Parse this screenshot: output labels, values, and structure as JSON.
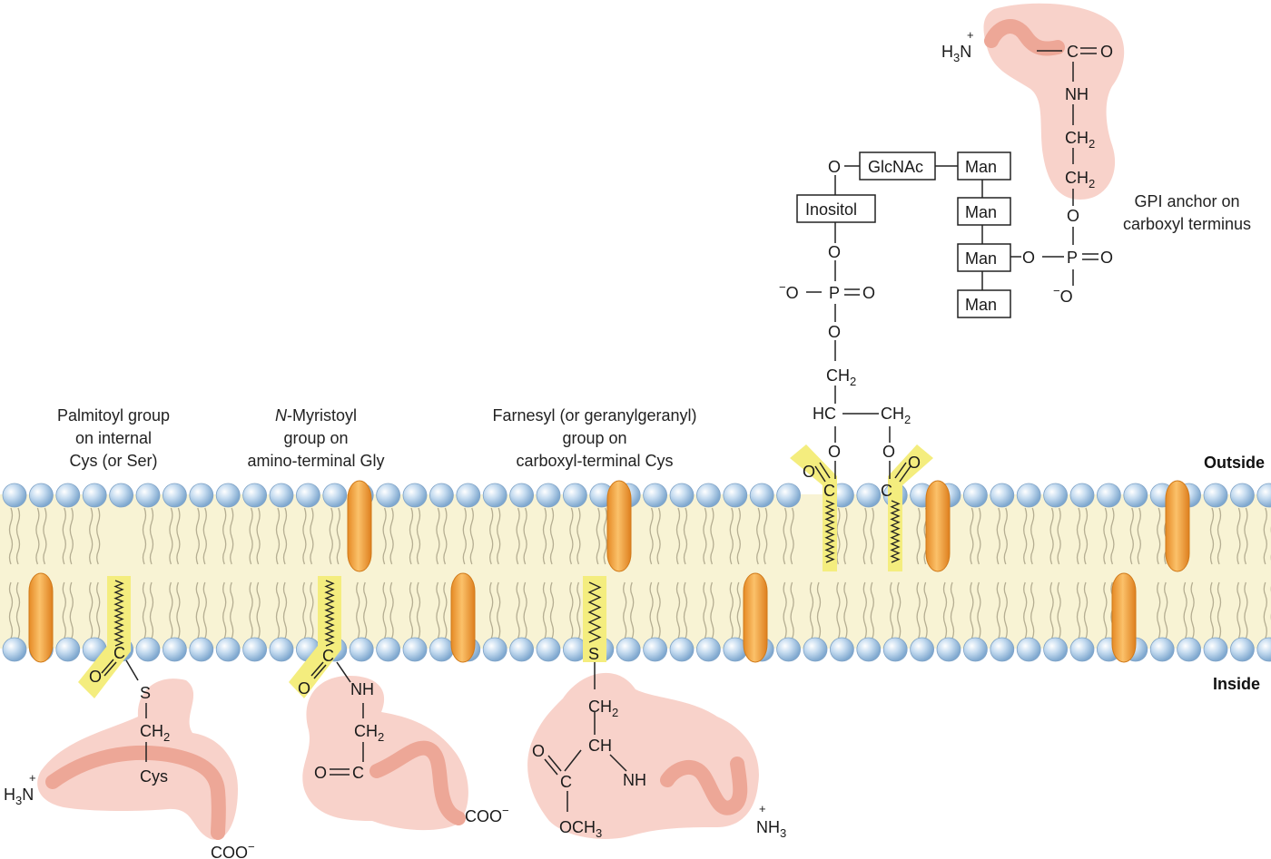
{
  "labels": {
    "outside": "Outside",
    "inside": "Inside"
  },
  "captions": {
    "palmitoyl": [
      "Palmitoyl group",
      "on internal",
      "Cys (or Ser)"
    ],
    "myristoyl": {
      "line1_italic": "N",
      "line1_rest": "-Myristoyl",
      "line2": "group on",
      "line3": "amino-terminal Gly"
    },
    "farnesyl": [
      "Farnesyl (or geranylgeranyl)",
      "group on",
      "carboxyl-terminal Cys"
    ],
    "gpi": [
      "GPI anchor on",
      "carboxyl terminus"
    ]
  },
  "chem": {
    "S": "S",
    "C": "C",
    "O": "O",
    "NH": "NH",
    "CH": "CH",
    "HC": "HC",
    "CH2": "CH",
    "sub2": "2",
    "sub3": "3",
    "Cys": "Cys",
    "H3N": "H",
    "N": "N",
    "NH3": "NH",
    "plus": "+",
    "minus": "−",
    "COO": "COO",
    "OCH3": "OCH",
    "P": "P",
    "GlcNAc": "GlcNAc",
    "Inositol": "Inositol",
    "Man": "Man"
  },
  "colors": {
    "head_group": "#a9c8e6",
    "bilayer": "#f8f3d4",
    "tail": "#b5ae92",
    "protein": "#f8d2ca",
    "protein_stroke": "#eda797",
    "membrane_protein": "#f2a23a",
    "anchor_highlight": "#f4ed7e"
  }
}
